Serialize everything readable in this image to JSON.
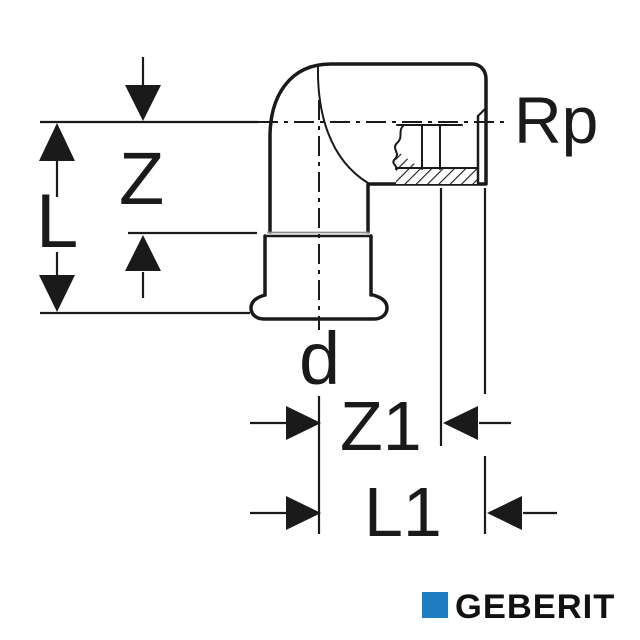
{
  "drawing": {
    "type": "technical-dimension-diagram",
    "subject": "90-degree elbow pipe fitting with press socket and female thread",
    "dimension_labels": {
      "L": "L",
      "Z": "Z",
      "d": "d",
      "Z1": "Z1",
      "L1": "L1",
      "Rp": "Rp"
    },
    "colors": {
      "line": "#1a1a1a",
      "gray_detail": "#8f8f8f",
      "brand_blue": "#1e7dc2"
    }
  },
  "logo": {
    "brand": "GEBERIT"
  }
}
